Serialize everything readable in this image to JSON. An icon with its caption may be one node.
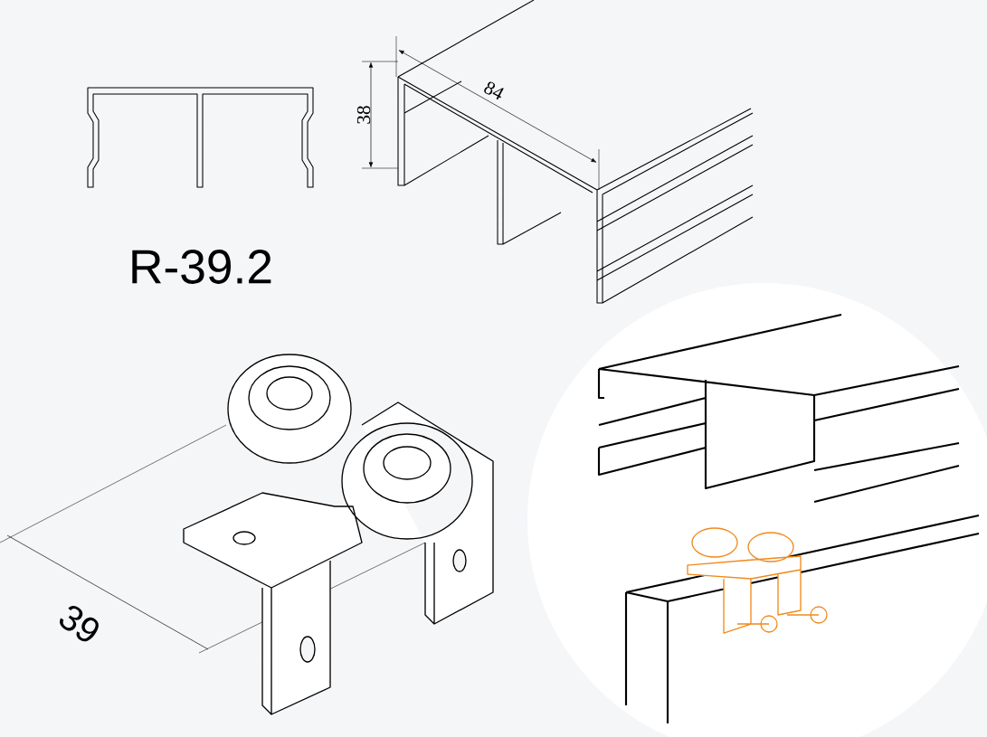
{
  "diagram": {
    "labels": [
      "38",
      "84",
      "R-39.2",
      "39"
    ]
  }
}
